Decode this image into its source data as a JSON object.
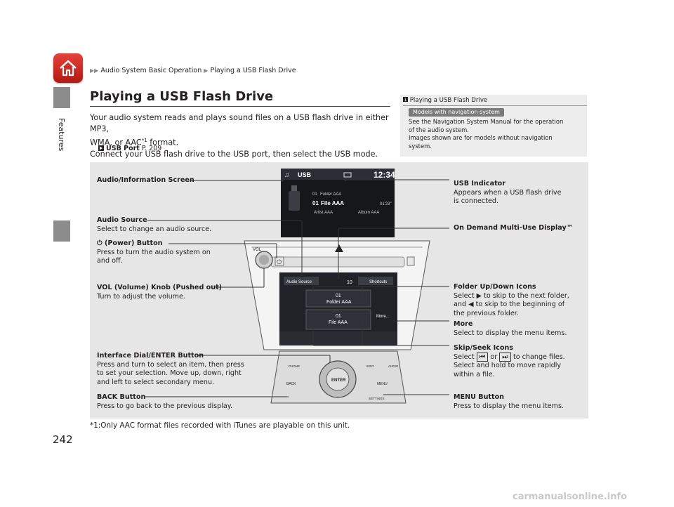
{
  "breadcrumb": {
    "part1": "Audio System Basic Operation",
    "part2": "Playing a USB Flash Drive"
  },
  "side_tab": "Features",
  "page_title": "Playing a USB Flash Drive",
  "intro": {
    "line1": "Your audio system reads and plays sound files on a USB flash drive in either MP3,",
    "line2a": "WMA, or AAC",
    "line2sup": "*1",
    "line2b": " format.",
    "line3": "Connect your USB flash drive to the USB port, then select the USB mode.",
    "xref_label": "USB Port",
    "xref_page": "P. 209"
  },
  "note": {
    "heading": "Playing a USB Flash Drive",
    "badge": "Models with navigation system",
    "line1": "See the Navigation System Manual for the operation",
    "line2": "of the audio system.",
    "line3": "Images shown are for models without navigation",
    "line4": "system."
  },
  "screen": {
    "source": "USB",
    "time": "12:34",
    "folder_num": "01",
    "folder_name": "Folder AAA",
    "file_num": "01",
    "file_name": "File AAA",
    "elapsed": "01'23\"",
    "artist": "Artist AAA",
    "album": "Album AAA",
    "lower_audio_source": "Audio Source",
    "lower_volume": "10",
    "lower_shortcuts": "Shortcuts",
    "lower_folder_num": "01",
    "lower_folder_name": "Folder AAA",
    "lower_file_num": "01",
    "lower_file_name": "File AAA",
    "lower_more": "More...",
    "vol_label": "VOL",
    "btn_phone": "PHONE",
    "btn_info": "INFO",
    "btn_audio": "AUDIO",
    "btn_back": "BACK",
    "btn_menu": "MENU",
    "btn_enter": "ENTER",
    "btn_settings": "SETTINGS"
  },
  "callouts": {
    "audio_info_screen": "Audio/Information Screen",
    "audio_source_title": "Audio Source",
    "audio_source_desc": "Select to change an audio source.",
    "power_title": "(Power) Button",
    "power_desc1": "Press to turn the audio system on",
    "power_desc2": "and off.",
    "vol_title": "VOL (Volume) Knob (Pushed out)",
    "vol_desc": "Turn to adjust the volume.",
    "dial_title": "Interface Dial/ENTER Button",
    "dial_desc1": "Press and turn to select an item, then press",
    "dial_desc2": "to set your selection. Move up, down, right",
    "dial_desc3": "and left to select secondary menu.",
    "back_title": "BACK Button",
    "back_desc": "Press to go back to the previous display.",
    "usb_ind_title": "USB Indicator",
    "usb_ind_desc1": "Appears when a USB flash drive",
    "usb_ind_desc2": "is connected.",
    "ondemand_title": "On Demand Multi-Use Display™",
    "folder_title": "Folder Up/Down Icons",
    "folder_desc1a": "Select",
    "folder_desc1b": "to skip to the next folder,",
    "folder_desc2a": "and",
    "folder_desc2b": "to skip to the beginning of",
    "folder_desc3": "the previous folder.",
    "more_title": "More",
    "more_desc": "Select to display the menu items.",
    "skip_title": "Skip/Seek Icons",
    "skip_desc1a": "Select",
    "skip_desc1b": "or",
    "skip_desc1c": "to change files.",
    "skip_desc2": "Select and hold to move rapidly",
    "skip_desc3": "within a file.",
    "menu_title": "MENU Button",
    "menu_desc": "Press to display the menu items."
  },
  "footnote": "*1:Only AAC format files recorded with iTunes are playable on this unit.",
  "page_number": "242",
  "watermark": "carmanualsonline.info"
}
